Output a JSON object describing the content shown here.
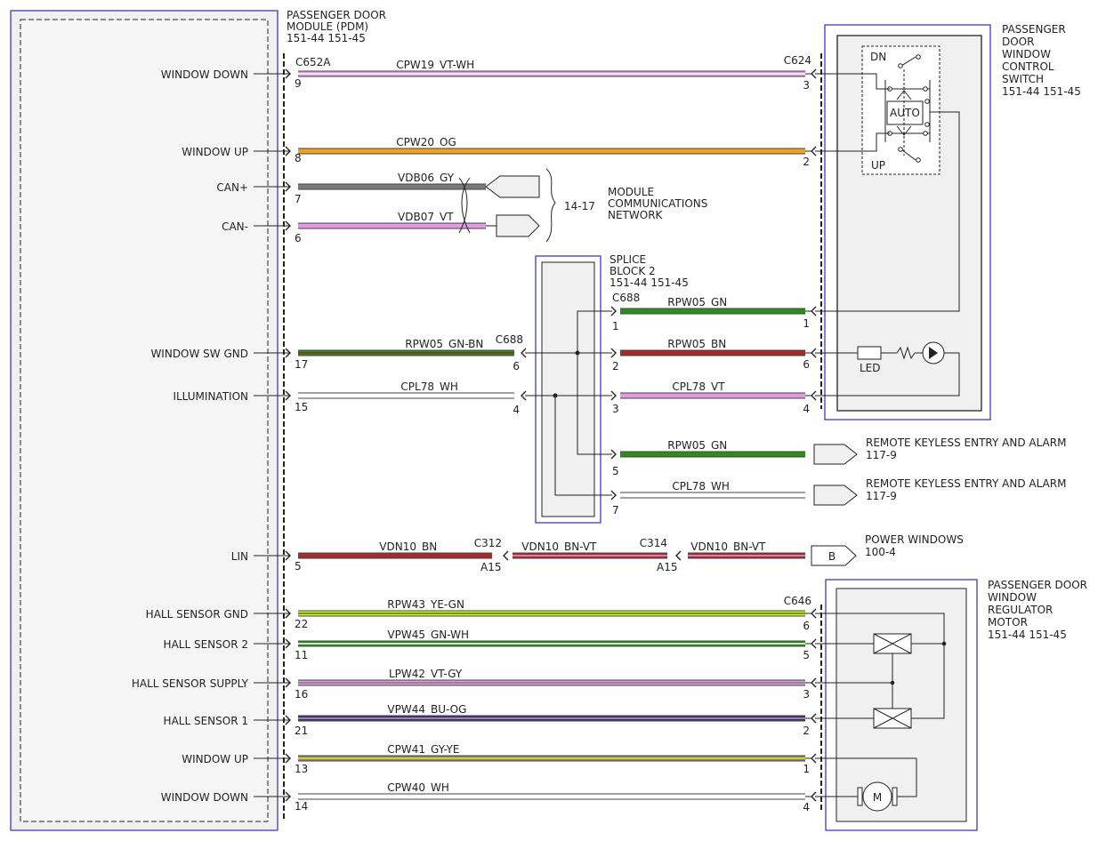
{
  "modules": {
    "pdm": {
      "title": [
        "PASSENGER DOOR",
        "MODULE (PDM)",
        "151-44  151-45"
      ]
    },
    "switch": {
      "title": [
        "PASSENGER",
        "DOOR",
        "WINDOW",
        "CONTROL",
        "SWITCH",
        "151-44  151-45"
      ],
      "dn": "DN",
      "up": "UP",
      "auto": "AUTO",
      "led": "LED"
    },
    "splice": {
      "title": [
        "SPLICE",
        "BLOCK 2",
        "151-44  151-45"
      ]
    },
    "motor": {
      "title": [
        "PASSENGER DOOR",
        "WINDOW",
        "REGULATOR",
        "MOTOR",
        "151-44  151-45"
      ],
      "m": "M"
    }
  },
  "pdm_pins": [
    {
      "label": "WINDOW DOWN",
      "pin": "9"
    },
    {
      "label": "WINDOW UP",
      "pin": "8"
    },
    {
      "label": "CAN+",
      "pin": "7"
    },
    {
      "label": "CAN-",
      "pin": "6"
    },
    {
      "label": "WINDOW SW GND",
      "pin": "17"
    },
    {
      "label": "ILLUMINATION",
      "pin": "15"
    },
    {
      "label": "LIN",
      "pin": "5"
    },
    {
      "label": "HALL SENSOR GND",
      "pin": "22"
    },
    {
      "label": "HALL SENSOR 2",
      "pin": "11"
    },
    {
      "label": "HALL SENSOR SUPPLY",
      "pin": "16"
    },
    {
      "label": "HALL SENSOR 1",
      "pin": "21"
    },
    {
      "label": "WINDOW UP",
      "pin": "13"
    },
    {
      "label": "WINDOW DOWN",
      "pin": "14"
    }
  ],
  "connectors": {
    "c652a": "C652A",
    "c624": "C624",
    "c688_left": "C688",
    "c688_right": "C688",
    "c312": "C312",
    "c314": "C314",
    "c646": "C646",
    "a15_1": "A15",
    "a15_2": "A15"
  },
  "wires": [
    {
      "circuit": "CPW19",
      "color": "VT-WH",
      "colors": [
        "#e39ae3",
        "#ffffff"
      ],
      "end_pin": "3"
    },
    {
      "circuit": "CPW20",
      "color": "OG",
      "colors": [
        "#f0a020"
      ],
      "end_pin": "2"
    },
    {
      "circuit": "VDB06",
      "color": "GY",
      "colors": [
        "#7a7a7a"
      ]
    },
    {
      "circuit": "VDB07",
      "color": "VT",
      "colors": [
        "#e39ae3"
      ]
    },
    {
      "circuit": "RPW05",
      "color": "GN-BN",
      "colors": [
        "#2e8b1e",
        "#7a3b1a"
      ],
      "mid_pin": "6"
    },
    {
      "circuit": "CPL78",
      "color": "WH",
      "colors": [
        "#ffffff"
      ],
      "mid_pin": "4"
    },
    {
      "circuit": "RPW05",
      "color": "GN",
      "colors": [
        "#2e8b1e"
      ],
      "start_pin": "1",
      "end_pin": "1"
    },
    {
      "circuit": "RPW05",
      "color": "BN",
      "colors": [
        "#a52a2a"
      ],
      "start_pin": "2",
      "end_pin": "6"
    },
    {
      "circuit": "CPL78",
      "color": "VT",
      "colors": [
        "#e39ae3"
      ],
      "start_pin": "3",
      "end_pin": "4"
    },
    {
      "circuit": "RPW05",
      "color": "GN",
      "colors": [
        "#2e8b1e"
      ],
      "start_pin": "5"
    },
    {
      "circuit": "CPL78",
      "color": "WH",
      "colors": [
        "#ffffff"
      ],
      "start_pin": "7"
    },
    {
      "circuit": "VDN10",
      "color": "BN",
      "colors": [
        "#a52a2a"
      ]
    },
    {
      "circuit": "VDN10",
      "color": "BN-VT",
      "colors": [
        "#a52a2a",
        "#e39ae3"
      ]
    },
    {
      "circuit": "VDN10",
      "color": "BN-VT",
      "colors": [
        "#a52a2a",
        "#e39ae3"
      ]
    },
    {
      "circuit": "RPW43",
      "color": "YE-GN",
      "colors": [
        "#e6e62a",
        "#2e8b1e"
      ],
      "end_pin": "6"
    },
    {
      "circuit": "VPW45",
      "color": "GN-WH",
      "colors": [
        "#2e8b1e",
        "#ffffff"
      ],
      "end_pin": "5"
    },
    {
      "circuit": "LPW42",
      "color": "VT-GY",
      "colors": [
        "#e39ae3",
        "#7a7a7a"
      ],
      "end_pin": "3"
    },
    {
      "circuit": "VPW44",
      "color": "BU-OG",
      "colors": [
        "#2a2ab8",
        "#f0a020"
      ],
      "end_pin": "2"
    },
    {
      "circuit": "CPW41",
      "color": "GY-YE",
      "colors": [
        "#8a8a6a",
        "#e6e62a"
      ],
      "end_pin": "1"
    },
    {
      "circuit": "CPW40",
      "color": "WH",
      "colors": [
        "#ffffff"
      ],
      "end_pin": "4"
    }
  ],
  "destinations": {
    "network": {
      "ref": "14-17",
      "label": [
        "MODULE",
        "COMMUNICATIONS",
        "NETWORK"
      ]
    },
    "rke1": {
      "label": "REMOTE KEYLESS ENTRY AND ALARM",
      "ref": "117-9"
    },
    "rke2": {
      "label": "REMOTE KEYLESS ENTRY AND ALARM",
      "ref": "117-9"
    },
    "power_windows": {
      "label": "POWER WINDOWS",
      "ref": "100-4",
      "letter": "B"
    }
  },
  "colors": {
    "module_border": "#3a3ad0",
    "line": "#222222",
    "fill": "#f0f0f0"
  }
}
